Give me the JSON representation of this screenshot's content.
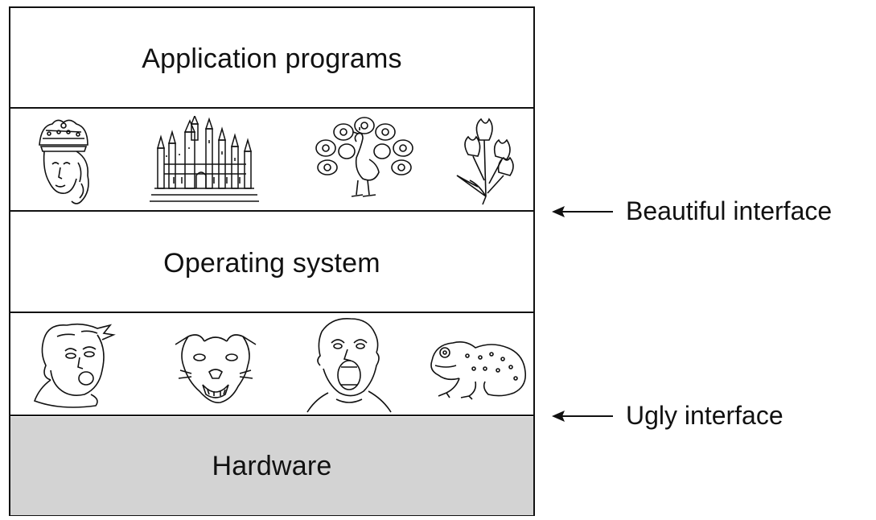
{
  "layers": {
    "application": "Application programs",
    "operating_system": "Operating system",
    "hardware": "Hardware"
  },
  "annotations": {
    "beautiful": "Beautiful interface",
    "ugly": "Ugly interface"
  },
  "colors": {
    "line": "#111111",
    "hardware_fill": "#d3d3d3",
    "background": "#ffffff"
  }
}
